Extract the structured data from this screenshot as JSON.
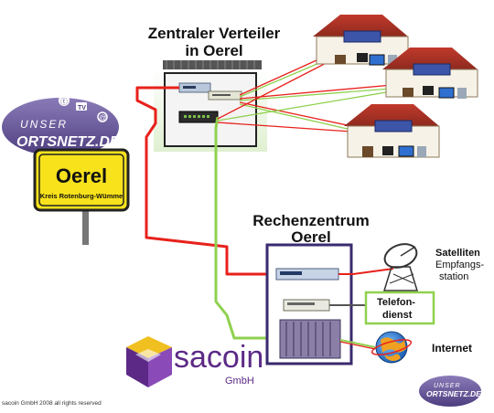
{
  "titles": {
    "distributor_line1": "Zentraler Verteiler",
    "distributor_line2": "in Oerel",
    "datacenter_line1": "Rechenzentrum",
    "datacenter_line2": "Oerel"
  },
  "logo_top": {
    "unser": "UNSER",
    "brand": "ORTSNETZ.DE",
    "icon_tv": "TV",
    "icon_at": "@",
    "icon_phone": "ⓣ"
  },
  "town_sign": {
    "name": "Oerel",
    "sub": "Kreis Rotenburg-Wümme"
  },
  "services": {
    "satellite_1": "Satelliten",
    "satellite_2": "Empfangs-",
    "satellite_3": "station",
    "phone_1": "Telefon-",
    "phone_2": "dienst",
    "internet": "Internet"
  },
  "sacoin": {
    "name": "sacoin",
    "sub": "GmbH"
  },
  "logo_bottom": {
    "unser": "UNSER",
    "brand": "ORTSNETZ.DE"
  },
  "footer": {
    "copyright": "sacoin GmbH 2008 all rights reserved"
  },
  "colors": {
    "red_line": "#e8211c",
    "green_line": "#8fd14f",
    "frame_purple": "#3a2a6e",
    "sign_yellow": "#f8e21c",
    "logo_purple": "#6b5a96",
    "sacoin_purple": "#5c2a86"
  }
}
